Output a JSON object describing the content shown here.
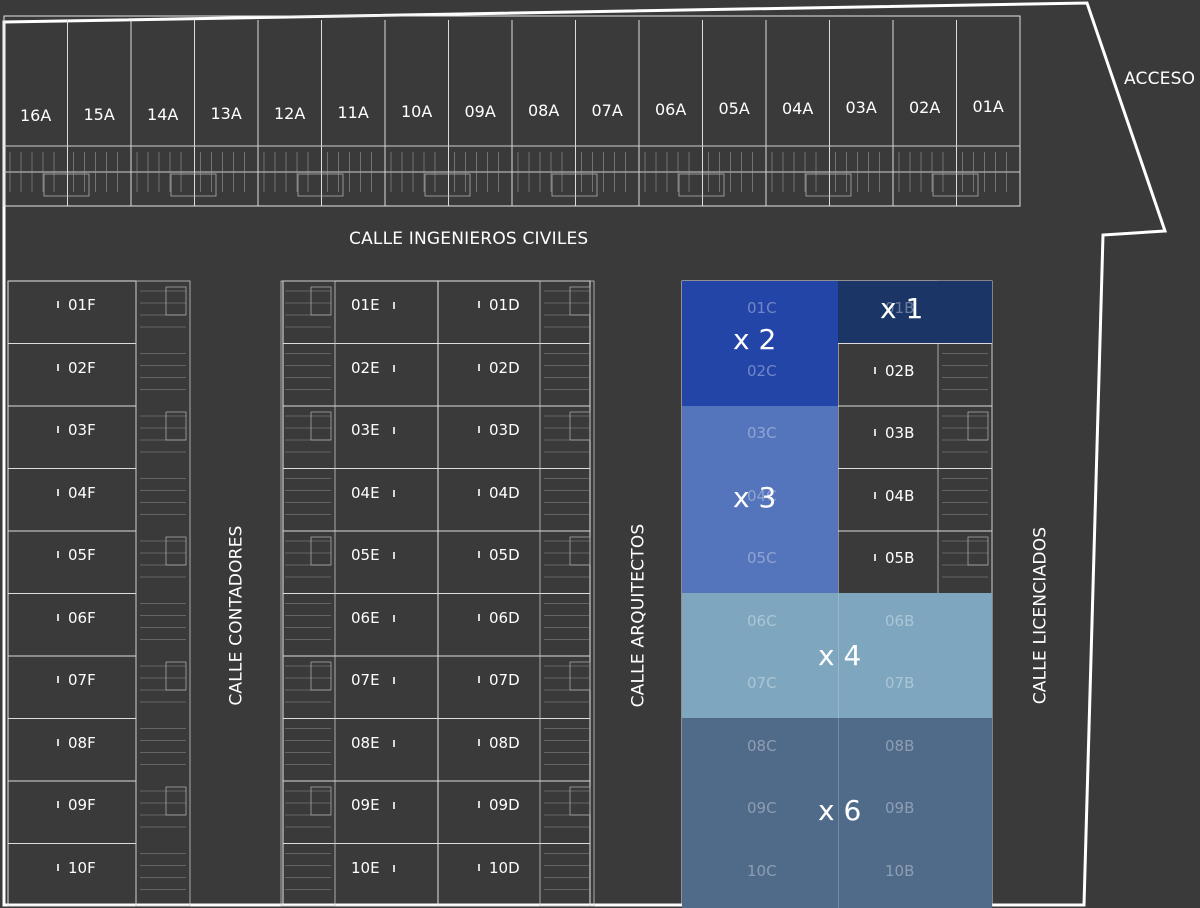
{
  "streets": {
    "top": "CALLE INGENIEROS CIVILES",
    "left": "CALLE CONTADORES",
    "middle": "CALLE ARQUITECTOS",
    "right": "CALLE LICENCIADOS",
    "access": "ACCESO"
  },
  "row_a": [
    "16A",
    "15A",
    "14A",
    "13A",
    "12A",
    "11A",
    "10A",
    "09A",
    "08A",
    "07A",
    "06A",
    "05A",
    "04A",
    "03A",
    "02A",
    "01A"
  ],
  "col_f": [
    "01F",
    "02F",
    "03F",
    "04F",
    "05F",
    "06F",
    "07F",
    "08F",
    "09F",
    "10F"
  ],
  "col_e": [
    "01E",
    "02E",
    "03E",
    "04E",
    "05E",
    "06E",
    "07E",
    "08E",
    "09E",
    "10E"
  ],
  "col_d": [
    "01D",
    "02D",
    "03D",
    "04D",
    "05D",
    "06D",
    "07D",
    "08D",
    "09D",
    "10D"
  ],
  "col_c": [
    "01C",
    "02C",
    "03C",
    "04C",
    "05C",
    "06C",
    "07C",
    "08C",
    "09C",
    "10C"
  ],
  "col_b": [
    "01B",
    "02B",
    "03B",
    "04B",
    "05B",
    "06B",
    "07B",
    "08B",
    "09B",
    "10B"
  ],
  "zones": [
    {
      "label": "x 1",
      "color": "#1b3566"
    },
    {
      "label": "x 2",
      "color": "#2445a8"
    },
    {
      "label": "x 3",
      "color": "#5474bb"
    },
    {
      "label": "x 4",
      "color": "#7ea7bf"
    },
    {
      "label": "x 6",
      "color": "#506a89"
    }
  ]
}
